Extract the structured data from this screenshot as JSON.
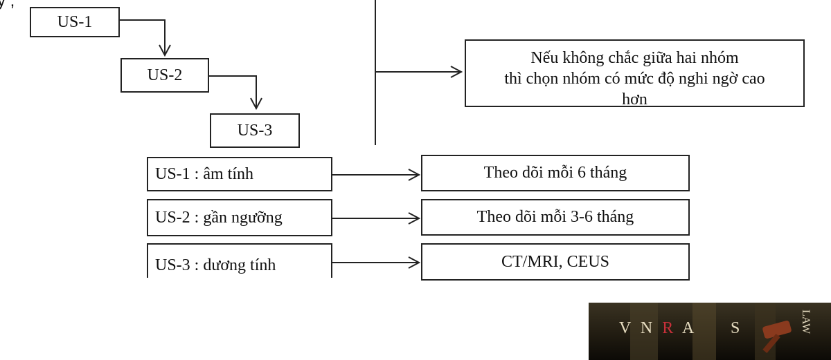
{
  "header_fragment": "y                                          ,",
  "top_steps": [
    {
      "label": "US-1"
    },
    {
      "label": "US-2"
    },
    {
      "label": "US-3"
    }
  ],
  "note": {
    "line1": "Nếu không chắc giữa hai nhóm",
    "line2": "thì chọn nhóm có mức độ nghi ngờ cao",
    "line3": "hơn"
  },
  "rows": [
    {
      "result": "US-1 : âm tính",
      "action": "Theo dõi mỗi 6 tháng"
    },
    {
      "result": "US-2 : gần ngưỡng",
      "action": "Theo dõi mỗi 3-6 tháng"
    },
    {
      "result": "US-3 : dương tính",
      "action": "CT/MRI, CEUS"
    }
  ],
  "logo": {
    "letters": [
      "V",
      "N",
      "R",
      "A",
      "S"
    ],
    "side_text": "LAW",
    "accent_color": "#c9303a"
  },
  "colors": {
    "line": "#222222",
    "background": "#ffffff"
  }
}
